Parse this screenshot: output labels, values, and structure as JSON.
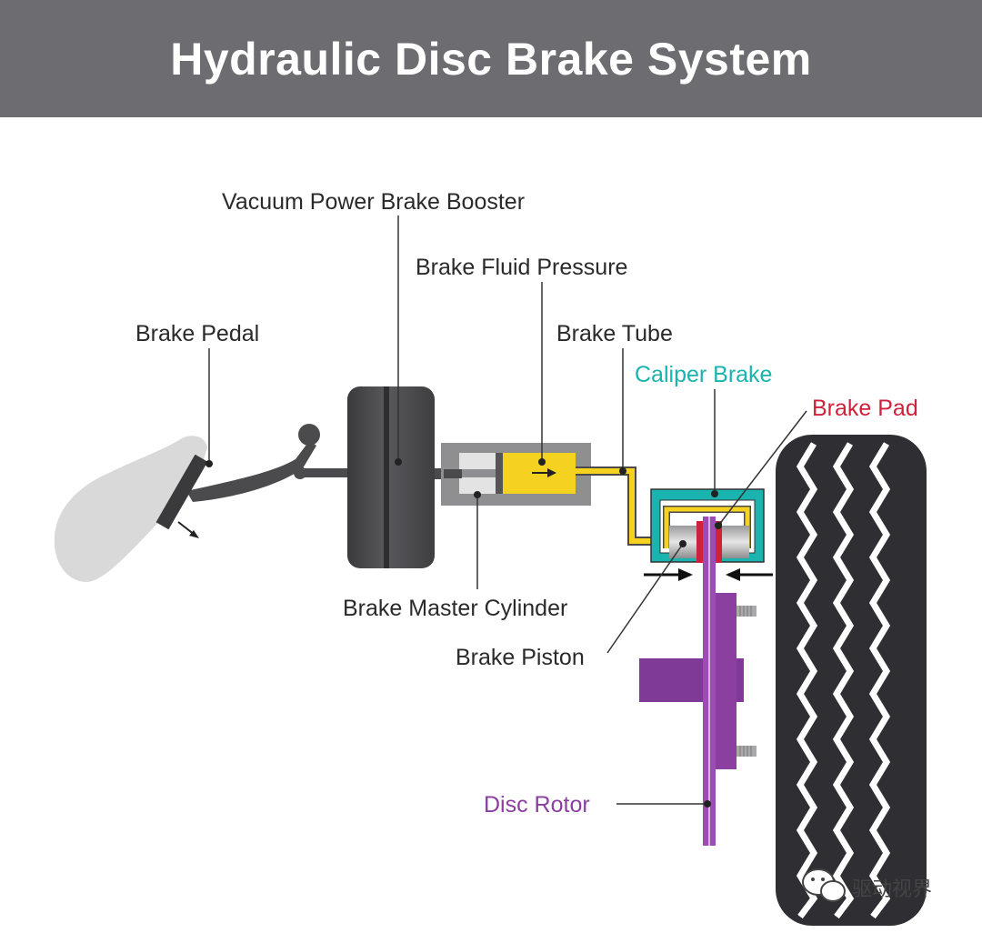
{
  "title": "Hydraulic Disc Brake System",
  "labels": {
    "vacuum_booster": "Vacuum Power Brake Booster",
    "fluid_pressure": "Brake Fluid Pressure",
    "brake_pedal": "Brake Pedal",
    "brake_tube": "Brake Tube",
    "caliper_brake": "Caliper Brake",
    "brake_pad": "Brake Pad",
    "master_cylinder": "Brake Master Cylinder",
    "brake_piston": "Brake Piston",
    "disc_rotor": "Disc Rotor"
  },
  "watermark": "驱动视界",
  "colors": {
    "header_bg": "#6d6d71",
    "booster": "#4a4a4c",
    "fluid": "#f5d21f",
    "caliper": "#19b3b0",
    "pad": "#d0213c",
    "rotor": "#8b3fa0",
    "tire": "#2f2f33"
  }
}
